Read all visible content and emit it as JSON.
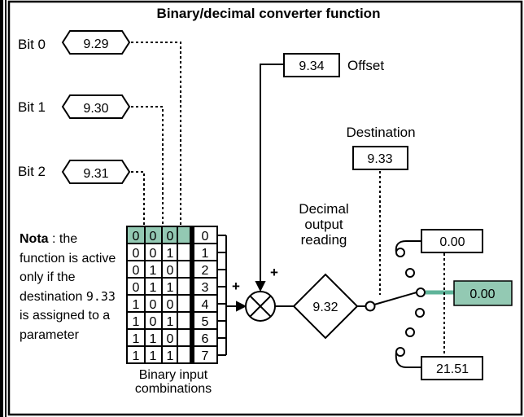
{
  "title": "Binary/decimal converter function",
  "bits": [
    {
      "label": "Bit 0",
      "param": "9.29"
    },
    {
      "label": "Bit 1",
      "param": "9.30"
    },
    {
      "label": "Bit 2",
      "param": "9.31"
    }
  ],
  "offset": {
    "param": "9.34",
    "label": "Offset"
  },
  "destination": {
    "label": "Destination",
    "param": "9.33"
  },
  "decimal_reading": {
    "line1": "Decimal",
    "line2": "output",
    "line3": "reading",
    "param": "9.32"
  },
  "note": {
    "bold": "Nota",
    "part1": " : the function is active only if the destination ",
    "param": "9.33",
    "part2": " is assigned to a parameter"
  },
  "table": {
    "rows": [
      [
        "0",
        "0",
        "0",
        "0"
      ],
      [
        "0",
        "0",
        "1",
        "1"
      ],
      [
        "0",
        "1",
        "0",
        "2"
      ],
      [
        "0",
        "1",
        "1",
        "3"
      ],
      [
        "1",
        "0",
        "0",
        "4"
      ],
      [
        "1",
        "0",
        "1",
        "5"
      ],
      [
        "1",
        "1",
        "0",
        "6"
      ],
      [
        "1",
        "1",
        "1",
        "7"
      ]
    ],
    "caption_line1": "Binary input",
    "caption_line2": "combinations"
  },
  "summing_signs": {
    "left": "+",
    "top": "+"
  },
  "outputs": {
    "top": "0.00",
    "selected": "0.00",
    "bottom": "21.51"
  },
  "colors": {
    "highlight": "#93c9b3",
    "selected_line": "#5fb49a",
    "border": "#000000"
  }
}
